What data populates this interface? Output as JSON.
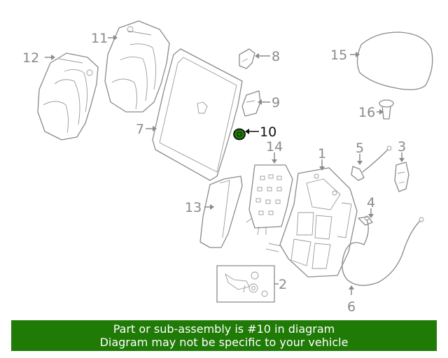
{
  "diagram": {
    "callouts": [
      {
        "id": "1",
        "label": "1"
      },
      {
        "id": "2",
        "label": "2"
      },
      {
        "id": "3",
        "label": "3"
      },
      {
        "id": "4",
        "label": "4"
      },
      {
        "id": "5",
        "label": "5"
      },
      {
        "id": "6",
        "label": "6"
      },
      {
        "id": "7",
        "label": "7"
      },
      {
        "id": "8",
        "label": "8"
      },
      {
        "id": "9",
        "label": "9"
      },
      {
        "id": "10",
        "label": "10"
      },
      {
        "id": "11",
        "label": "11"
      },
      {
        "id": "12",
        "label": "12"
      },
      {
        "id": "13",
        "label": "13"
      },
      {
        "id": "14",
        "label": "14"
      },
      {
        "id": "15",
        "label": "15"
      },
      {
        "id": "16",
        "label": "16"
      }
    ],
    "highlighted_part": "10",
    "colors": {
      "line": "#8a8a8a",
      "highlight_outline": "#111111",
      "highlight_fill": "#1f7a06",
      "banner_bg": "#1f7a06",
      "banner_text": "#ffffff"
    }
  },
  "banner": {
    "line1": "Part or sub-assembly is #10 in diagram",
    "line2": "Diagram may not be specific to your vehicle"
  }
}
